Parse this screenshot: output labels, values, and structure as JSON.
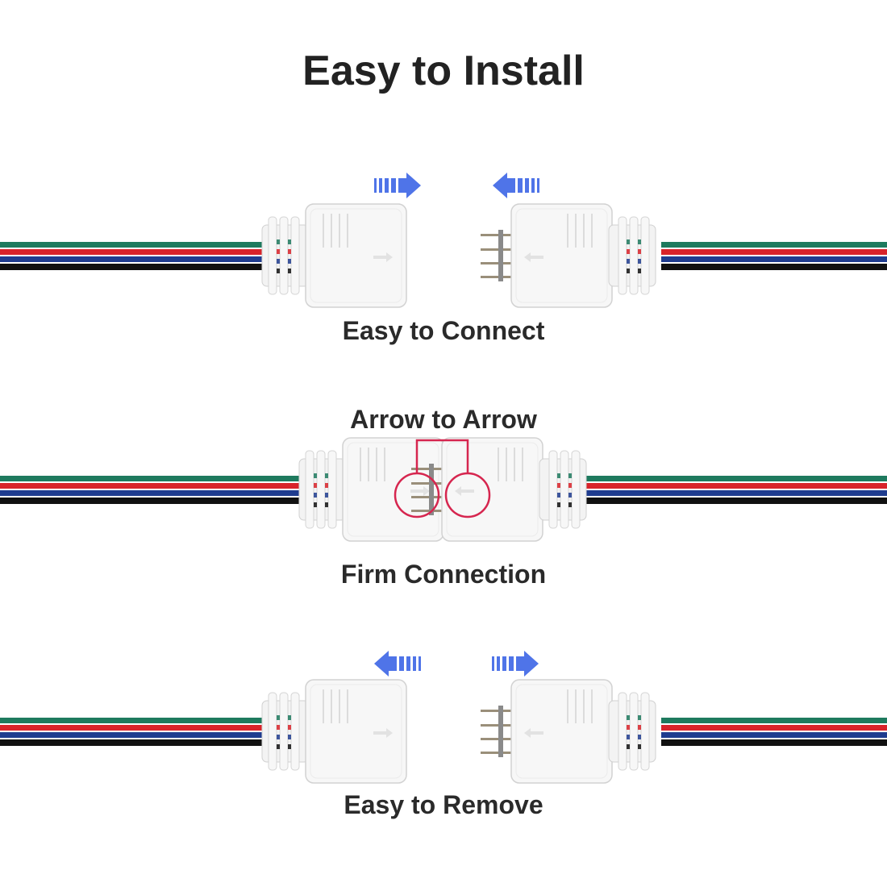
{
  "title": "Easy to Install",
  "steps": {
    "connect": {
      "caption": "Easy to Connect"
    },
    "arrow": {
      "caption": "Arrow to Arrow"
    },
    "firm": {
      "caption": "Firm Connection"
    },
    "remove": {
      "caption": "Easy to Remove"
    }
  },
  "colors": {
    "wire_green": "#1e7a5e",
    "wire_red": "#d8232a",
    "wire_blue": "#1f3c8f",
    "wire_black": "#111111",
    "direction_arrow": "#4f74e8",
    "highlight": "#d6264f",
    "connector_body": "#f6f6f6",
    "connector_edge": "#d4d4d4",
    "pin": "#9a8f7a"
  },
  "icons": {
    "direction_arrow": "dashed-arrow-icon",
    "connector": "rgb-4pin-connector"
  }
}
